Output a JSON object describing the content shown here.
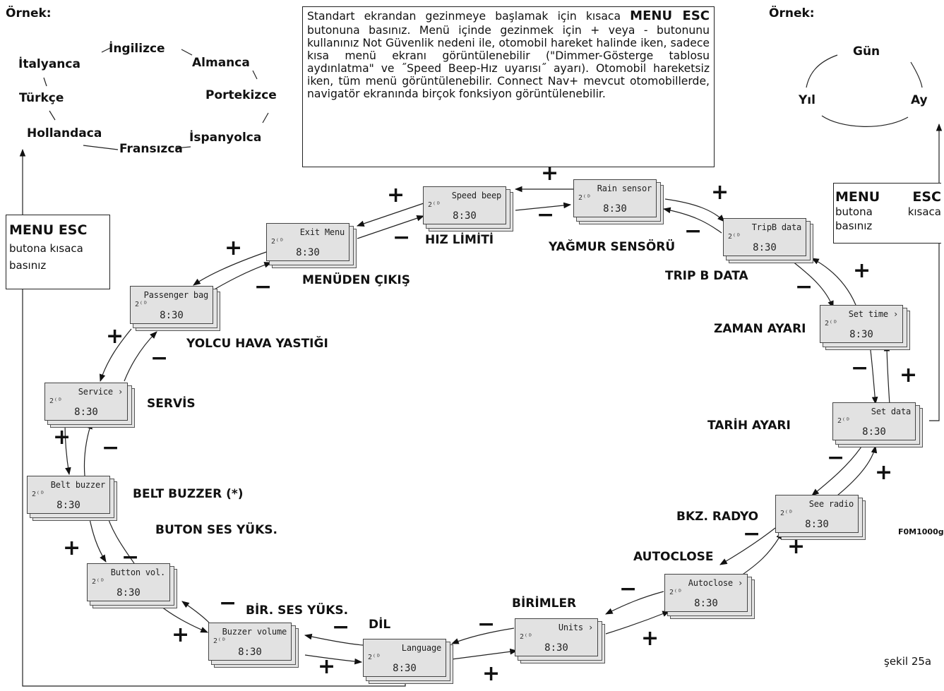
{
  "examples": {
    "left_title": "Örnek:",
    "right_title": "Örnek:",
    "languages": [
      "İngilizce",
      "Almanca",
      "Portekizce",
      "İspanyolca",
      "Fransızca",
      "Hollandaca",
      "Türkçe",
      "İtalyanca"
    ],
    "date_parts": [
      "Gün",
      "Ay",
      "Yıl"
    ]
  },
  "info_box": {
    "part1": "Standart ekrandan gezinmeye başlamak için kısaca ",
    "bold1": "MENU ESC",
    "part2": " butonuna basınız. Menü içinde gezinmek için + veya - butonunu kullanınız Not Güvenlik nedeni ile, otomobil hareket halinde iken, sadece kısa menü ekranı görüntülenebilir (\"Dimmer-Gösterge tablosu aydınlatma\" ve ˝Speed Beep-Hız uyarısı˝ ayarı). Otomobil hareketsiz iken, tüm menü görüntülenebilir. Connect Nav+ mevcut otomobillerde, navigatör ekranında birçok fonksiyon görüntülenebilir."
  },
  "menu_esc_left": {
    "title": "MENU ESC",
    "text": "butona kısaca basınız"
  },
  "menu_esc_right": {
    "title_a": "MENU",
    "title_b": "ESC",
    "text_a": "butona",
    "text_b": "kısaca",
    "text_c": "basınız"
  },
  "screens": [
    {
      "title": "Speed beep",
      "clock": "8:30",
      "icon": "2⁽ᴰ",
      "label": "HIZ LİMİTİ"
    },
    {
      "title": "Rain sensor",
      "clock": "8:30",
      "icon": "2⁽ᴰ",
      "label": "YAĞMUR  SENSÖRÜ"
    },
    {
      "title": "TripB data",
      "clock": "8:30",
      "icon": "2⁽ᴰ",
      "label": "TRIP B DATA"
    },
    {
      "title": "Set time  ›",
      "clock": "8:30",
      "icon": "2⁽ᴰ",
      "label": "ZAMAN AYARI"
    },
    {
      "title": "Set data",
      "clock": "8:30",
      "icon": "2⁽ᴰ",
      "label": "TARİH   AYARI"
    },
    {
      "title": "See radio",
      "clock": "8:30",
      "icon": "2⁽ᴰ",
      "label": "BKZ.  RADYO"
    },
    {
      "title": "Autoclose  ›",
      "clock": "8:30",
      "icon": "2⁽ᴰ",
      "label": "AUTOCLOSE"
    },
    {
      "title": "Units   ›",
      "clock": "8:30",
      "icon": "2⁽ᴰ",
      "label": "BİRİMLER"
    },
    {
      "title": "Language",
      "clock": "8:30",
      "icon": "2⁽ᴰ",
      "label": "DİL"
    },
    {
      "title": "Buzzer volume",
      "clock": "8:30",
      "icon": "2⁽ᴰ",
      "label": "BİR. SES YÜKS."
    },
    {
      "title": "Button vol.",
      "clock": "8:30",
      "icon": "2⁽ᴰ",
      "label": "BUTON  SES  YÜKS."
    },
    {
      "title": "Belt buzzer",
      "clock": "8:30",
      "icon": "2⁽ᴰ",
      "label": "BELT BUZZER (*)"
    },
    {
      "title": "Service  ›",
      "clock": "8:30",
      "icon": "2⁽ᴰ",
      "label": "SERVİS"
    },
    {
      "title": "Passenger bag",
      "clock": "8:30",
      "icon": "2⁽ᴰ",
      "label": "YOLCU HAVA YASTIĞI"
    },
    {
      "title": "Exit Menu",
      "clock": "8:30",
      "icon": "2⁽ᴰ",
      "label": "MENÜDEN ÇIKIŞ"
    }
  ],
  "plus": "+",
  "minus": "−",
  "figure_code": "F0M1000g",
  "caption": "şekil 25a"
}
